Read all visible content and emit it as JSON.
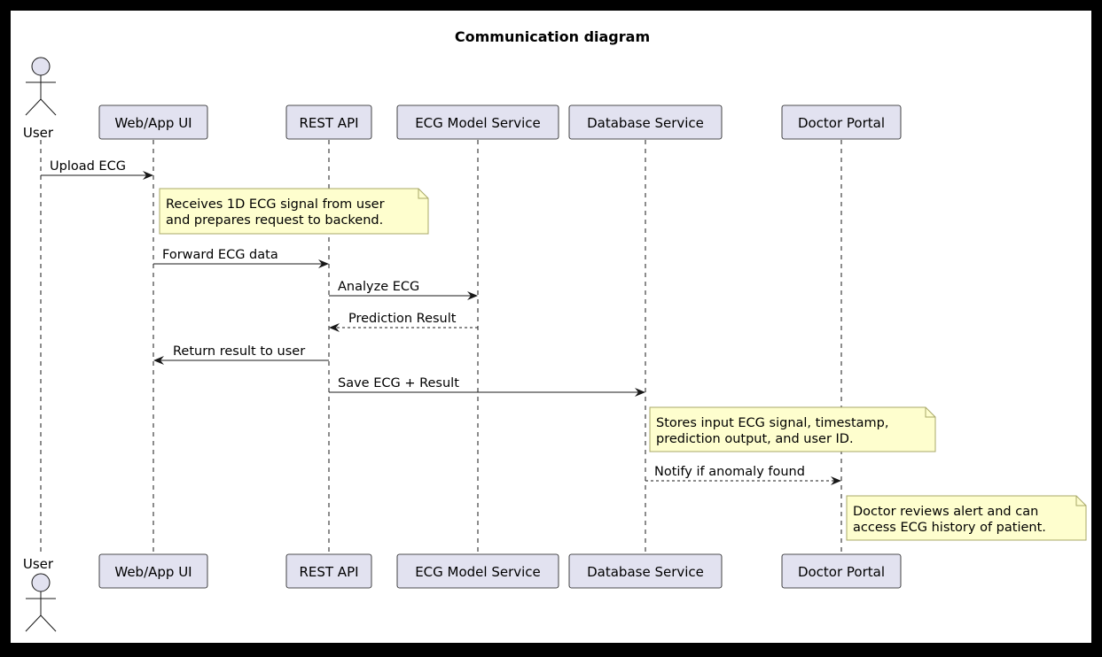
{
  "diagram": {
    "title": "Communication diagram",
    "colors": {
      "background": "#ffffff",
      "frame": "#000000",
      "participant_fill": "#e2e2f0",
      "participant_stroke": "#181818",
      "note_fill": "#fefece",
      "note_stroke": "#a8a868",
      "line": "#181818"
    },
    "participants": [
      {
        "id": "user",
        "label": "User",
        "kind": "actor"
      },
      {
        "id": "ui",
        "label": "Web/App UI",
        "kind": "box"
      },
      {
        "id": "api",
        "label": "REST API",
        "kind": "box"
      },
      {
        "id": "model",
        "label": "ECG Model Service",
        "kind": "box"
      },
      {
        "id": "db",
        "label": "Database Service",
        "kind": "box"
      },
      {
        "id": "doctor",
        "label": "Doctor Portal",
        "kind": "box"
      }
    ],
    "messages": [
      {
        "from": "user",
        "to": "ui",
        "label": "Upload ECG",
        "style": "solid"
      },
      {
        "from": "ui",
        "to": "api",
        "label": "Forward ECG data",
        "style": "solid"
      },
      {
        "from": "api",
        "to": "model",
        "label": "Analyze ECG",
        "style": "solid"
      },
      {
        "from": "model",
        "to": "api",
        "label": "Prediction Result",
        "style": "dashed"
      },
      {
        "from": "api",
        "to": "ui",
        "label": "Return result to user",
        "style": "solid"
      },
      {
        "from": "api",
        "to": "db",
        "label": "Save ECG + Result",
        "style": "solid"
      },
      {
        "from": "db",
        "to": "doctor",
        "label": "Notify if anomaly found",
        "style": "dashed"
      }
    ],
    "notes": [
      {
        "over": "ui",
        "lines": [
          "Receives 1D ECG signal from user",
          "and prepares request to backend."
        ]
      },
      {
        "over": "db",
        "lines": [
          "Stores input ECG signal, timestamp,",
          "prediction output, and user ID."
        ]
      },
      {
        "over": "doctor",
        "lines": [
          "Doctor reviews alert and can",
          "access ECG history of patient."
        ]
      }
    ]
  }
}
